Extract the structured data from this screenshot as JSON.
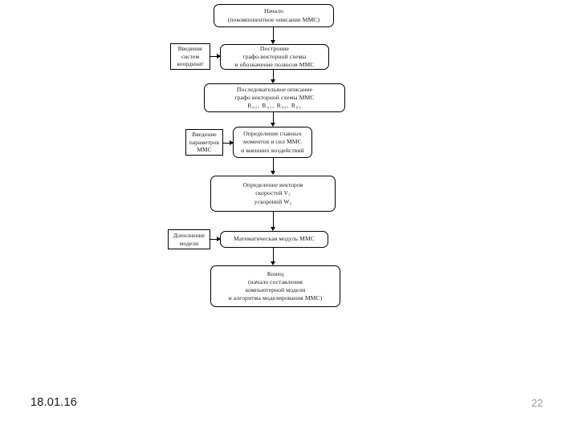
{
  "slide": {
    "background_color": "#ffffff",
    "footer": {
      "date": "18.01.16",
      "page_number": "22",
      "page_number_color": "#9b9b9b"
    }
  },
  "diagram": {
    "type": "flowchart",
    "orientation": "top-to-bottom",
    "line_color": "#000000",
    "node_fill": "#ffffff",
    "nodes": {
      "start": {
        "shape": "rounded-rectangle",
        "lines": [
          "Начало",
          "(покомпонентное описание ММС)"
        ]
      },
      "coordinate_systems": {
        "shape": "rectangle",
        "lines": [
          "Введение",
          "систем",
          "координат"
        ]
      },
      "build_scheme": {
        "shape": "rounded-rectangle",
        "lines": [
          "Построние",
          "графо-векторной схемы",
          "и обозначение полюсов ММС"
        ]
      },
      "sequential_description": {
        "shape": "rounded-rectangle",
        "lines": [
          "Последовательное описание",
          "графо векторной схемы ММС"
        ],
        "formula": "R₀₂, R₀₁, R₀₀, R₀₃"
      },
      "parameters": {
        "shape": "rectangle",
        "lines": [
          "Введение",
          "параметров",
          "ММС"
        ]
      },
      "moments_forces": {
        "shape": "rounded-rectangle",
        "lines": [
          "Определение главных",
          "моментов и сил ММС",
          "и внешних воздействий"
        ]
      },
      "vectors": {
        "shape": "rounded-rectangle",
        "lines": [
          "Определение векторов",
          "скоростей V₃",
          "ускорений W₃"
        ]
      },
      "model_supplement": {
        "shape": "rectangle",
        "lines": [
          "Дополнение",
          "модели"
        ]
      },
      "math_module": {
        "shape": "rounded-rectangle",
        "lines": [
          "Математическая модуль ММС"
        ]
      },
      "end": {
        "shape": "rounded-rectangle",
        "lines": [
          "Конец",
          "(начало составления",
          "компьютерной модели",
          "и алгоритма моделирования ММС)"
        ]
      }
    }
  }
}
